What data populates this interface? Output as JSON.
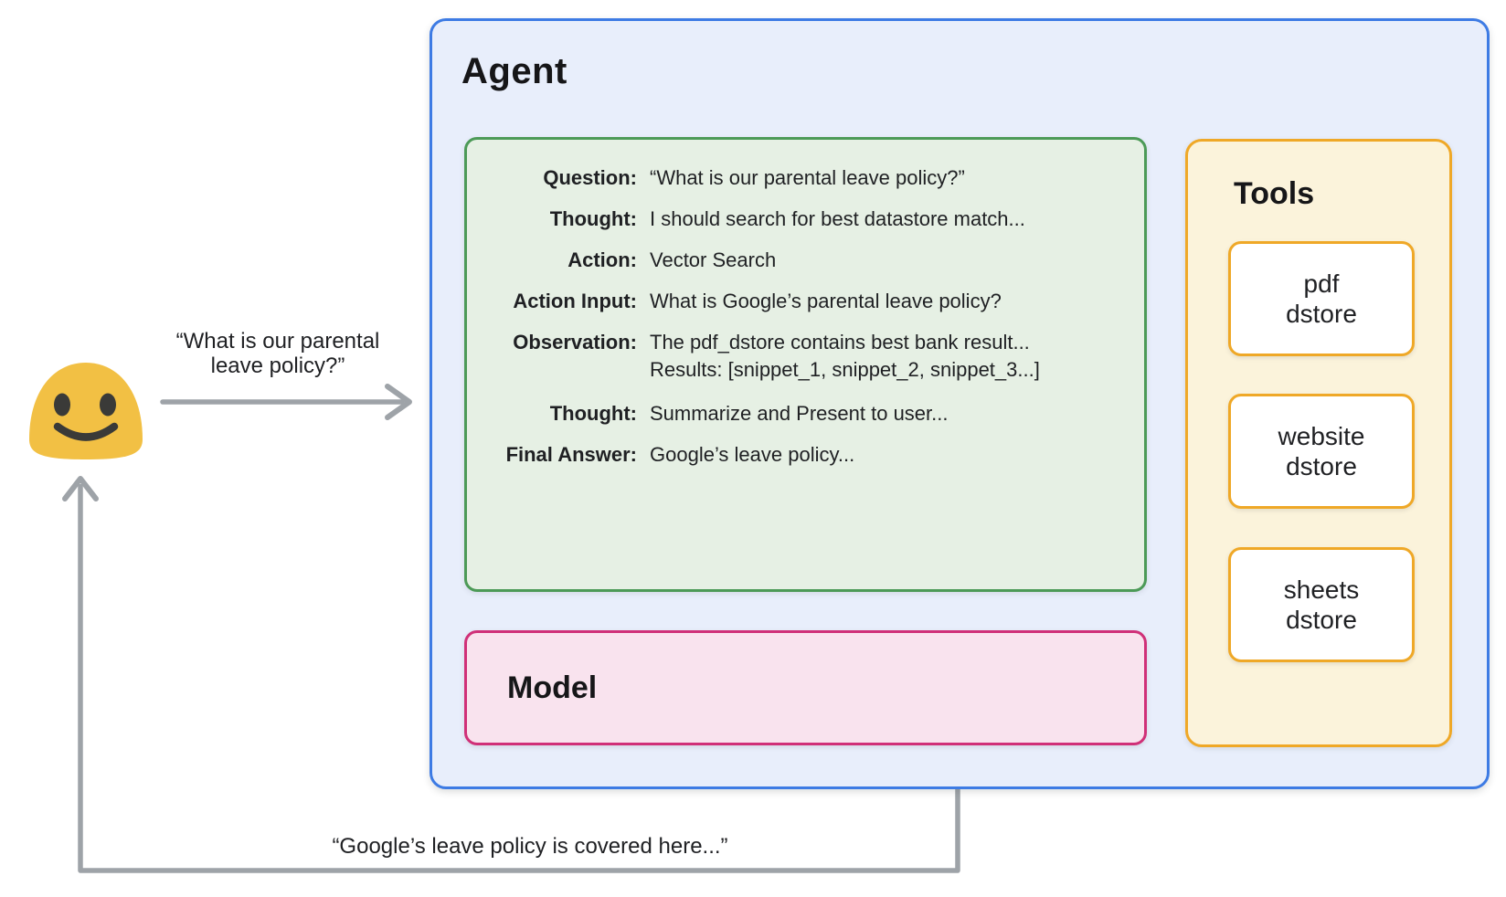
{
  "user": {
    "icon": "blob-smiley-emoji"
  },
  "request_arrow": {
    "label_line1": "“What is our parental",
    "label_line2": "leave policy?”"
  },
  "response_arrow": {
    "label": "“Google’s leave policy is covered here...”"
  },
  "agent": {
    "title": "Agent",
    "scratchpad": {
      "rows": [
        {
          "label": "Question:",
          "value": "“What is our parental leave policy?”"
        },
        {
          "label": "Thought:",
          "value": "I should search for best datastore match..."
        },
        {
          "label": "Action:",
          "value": "Vector Search"
        },
        {
          "label": "Action Input:",
          "value": "What is Google’s parental leave policy?"
        },
        {
          "label": "Observation:",
          "value": "The pdf_dstore contains best bank result...",
          "value2": "Results: [snippet_1, snippet_2, snippet_3...]"
        },
        {
          "label": "Thought:",
          "value": "Summarize and Present to user..."
        },
        {
          "label": "Final Answer:",
          "value": "Google’s leave policy..."
        }
      ]
    },
    "model": {
      "title": "Model"
    },
    "tools": {
      "title": "Tools",
      "items": [
        {
          "line1": "pdf",
          "line2": "dstore"
        },
        {
          "line1": "website",
          "line2": "dstore"
        },
        {
          "line1": "sheets",
          "line2": "dstore"
        }
      ]
    }
  },
  "colors": {
    "agent_fill": "#e8eefb",
    "agent_border": "#3d7be4",
    "scratchpad_fill": "#e6f0e4",
    "scratchpad_border": "#4c9a57",
    "model_fill": "#f9e3ee",
    "model_border": "#d03078",
    "tools_fill": "#fbf3db",
    "tools_border": "#efa827",
    "arrow_gray": "#9ea3a8",
    "dotted_gray": "#8e9398",
    "emoji_yellow": "#f2c044",
    "text": "#1f2023"
  }
}
